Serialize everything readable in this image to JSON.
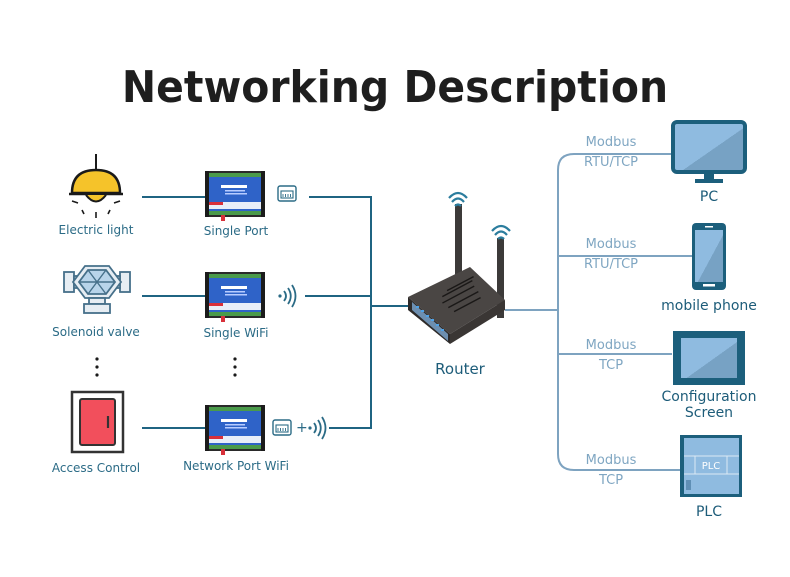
{
  "title": "Networking Description",
  "colors": {
    "left_line": "#1f6482",
    "right_line": "#7ea3c0",
    "label_text": "#2b6b86",
    "device_dark": "#1c5f7c",
    "device_light": "#8fbbe0",
    "lamp_yellow": "#f5c32a",
    "access_red": "#f24f5c",
    "router_body": "#3a3634"
  },
  "endpoints": [
    {
      "name": "Electric light",
      "icon": "lamp-icon"
    },
    {
      "name": "Solenoid valve",
      "icon": "valve-icon"
    },
    {
      "name": "Access Control",
      "icon": "access-switch-icon"
    }
  ],
  "modules": [
    {
      "name": "Single Port",
      "link_icon": "ethernet-port-icon"
    },
    {
      "name": "Single WiFi",
      "link_icon": "wifi-signal-icon"
    },
    {
      "name": "Network Port WiFi",
      "link_icon": "ethernet-plus-wifi-icon",
      "link_symbol": "+"
    }
  ],
  "ellipsis": "⋮",
  "router": {
    "name": "Router"
  },
  "clients": [
    {
      "name": "PC",
      "protocol_line1": "Modbus",
      "protocol_line2": "RTU/TCP",
      "icon": "monitor-icon"
    },
    {
      "name": "mobile phone",
      "protocol_line1": "Modbus",
      "protocol_line2": "RTU/TCP",
      "icon": "phone-icon"
    },
    {
      "name_line1": "Configuration",
      "name_line2": "Screen",
      "protocol_line1": "Modbus",
      "protocol_line2": "TCP",
      "icon": "touch-screen-icon"
    },
    {
      "name": "PLC",
      "protocol_line1": "Modbus",
      "protocol_line2": "TCP",
      "icon": "plc-icon",
      "panel_label": "PLC"
    }
  ]
}
